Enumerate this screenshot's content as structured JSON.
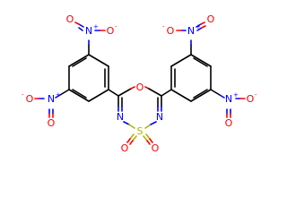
{
  "atoms": {
    "ring_o": "O",
    "ring_s": "S",
    "ring_n_left": "N",
    "ring_n_right": "N",
    "s_oxo_left": "O",
    "s_oxo_right": "O",
    "left_top_nitro_n": "N",
    "left_top_nitro_o1": "O",
    "left_top_nitro_o2": "O",
    "left_bottom_nitro_n": "N",
    "left_bottom_nitro_o1": "O",
    "left_bottom_nitro_o2": "O",
    "right_top_nitro_n": "N",
    "right_top_nitro_o1": "O",
    "right_top_nitro_o2": "O",
    "right_bottom_nitro_n": "N",
    "right_bottom_nitro_o1": "O",
    "right_bottom_nitro_o2": "O"
  },
  "charges": {
    "plus": "+",
    "minus": "-"
  },
  "colors": {
    "carbon": "#000000",
    "nitrogen": "#0000ff",
    "oxygen": "#ff0000",
    "sulfur": "#b2b200",
    "background": "#ffffff"
  }
}
